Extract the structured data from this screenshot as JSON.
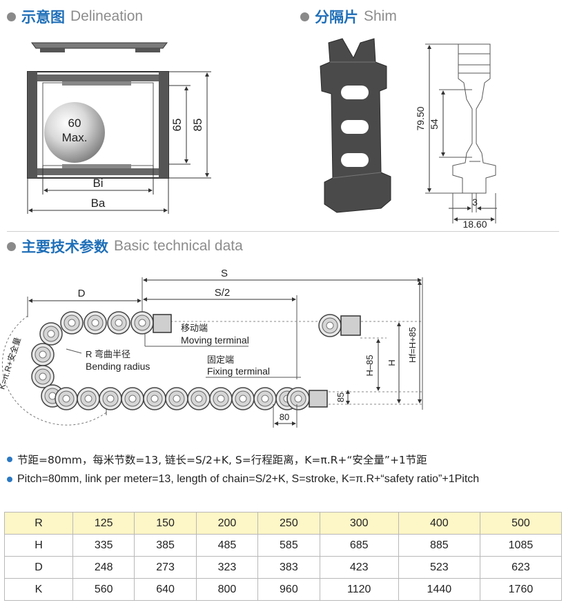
{
  "sections": {
    "delineation": {
      "zh": "示意图",
      "en": "Delineation"
    },
    "shim": {
      "zh": "分隔片",
      "en": "Shim"
    },
    "basic": {
      "zh": "主要技术参数",
      "en": "Basic technical data"
    }
  },
  "delineation_labels": {
    "max_top": "60",
    "max_bottom": "Max.",
    "dim_65": "65",
    "dim_85": "85",
    "bi": "Bi",
    "ba": "Ba"
  },
  "shim_dims": {
    "height_total": "79.50",
    "height_inner": "54",
    "width_slot": "3",
    "width_total": "18.60"
  },
  "chain_labels": {
    "s": "S",
    "s_half": "S/2",
    "d": "D",
    "k_formula": "K=π.R+安全量",
    "moving_zh": "移动端",
    "moving_en": "Moving terminal",
    "radius_zh": "R 弯曲半径",
    "radius_en": "Bending radius",
    "fixing_zh": "固定端",
    "fixing_en": "Fixing terminal",
    "h_minus": "H–85",
    "h": "H",
    "hf": "Hf=H+85",
    "dim_85": "85",
    "dim_80": "80"
  },
  "notes": {
    "zh": "节距=80mm，每米节数=13, 链长=S/2+K, S=行程距离，K=π.R+“安全量”+1节距",
    "en": "Pitch=80mm, link per meter=13, length of chain=S/2+K, S=stroke, K=π.R+“safety ratio”+1Pitch"
  },
  "table": {
    "rows": [
      [
        "R",
        "125",
        "150",
        "200",
        "250",
        "300",
        "400",
        "500"
      ],
      [
        "H",
        "335",
        "385",
        "485",
        "585",
        "685",
        "885",
        "1085"
      ],
      [
        "D",
        "248",
        "273",
        "323",
        "383",
        "423",
        "523",
        "623"
      ],
      [
        "K",
        "560",
        "640",
        "800",
        "960",
        "1120",
        "1440",
        "1760"
      ]
    ]
  }
}
